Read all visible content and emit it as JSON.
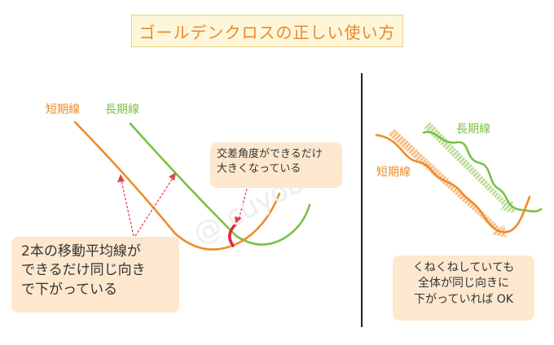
{
  "title": "ゴールデンクロスの正しい使い方",
  "left_panel": {
    "short_label": "短期線",
    "long_label": "長期線",
    "angle_note": [
      "交差角度ができるだけ",
      "大きくなっている"
    ],
    "main_note": [
      "2本の移動平均線が",
      "できるだけ同じ向き",
      "で下がっている"
    ]
  },
  "right_panel": {
    "long_label": "長期線",
    "short_label": "短期線",
    "note": [
      "くねくねしていても",
      "全体が同じ向きに",
      "下がっていれば OK"
    ]
  },
  "colors": {
    "short_line": "#ee8c2a",
    "long_line": "#7cc142",
    "arrow": "#e0454f",
    "callout_bg": "#fde8cf",
    "title_bg": "#fef6d8",
    "divider": "#222222"
  }
}
